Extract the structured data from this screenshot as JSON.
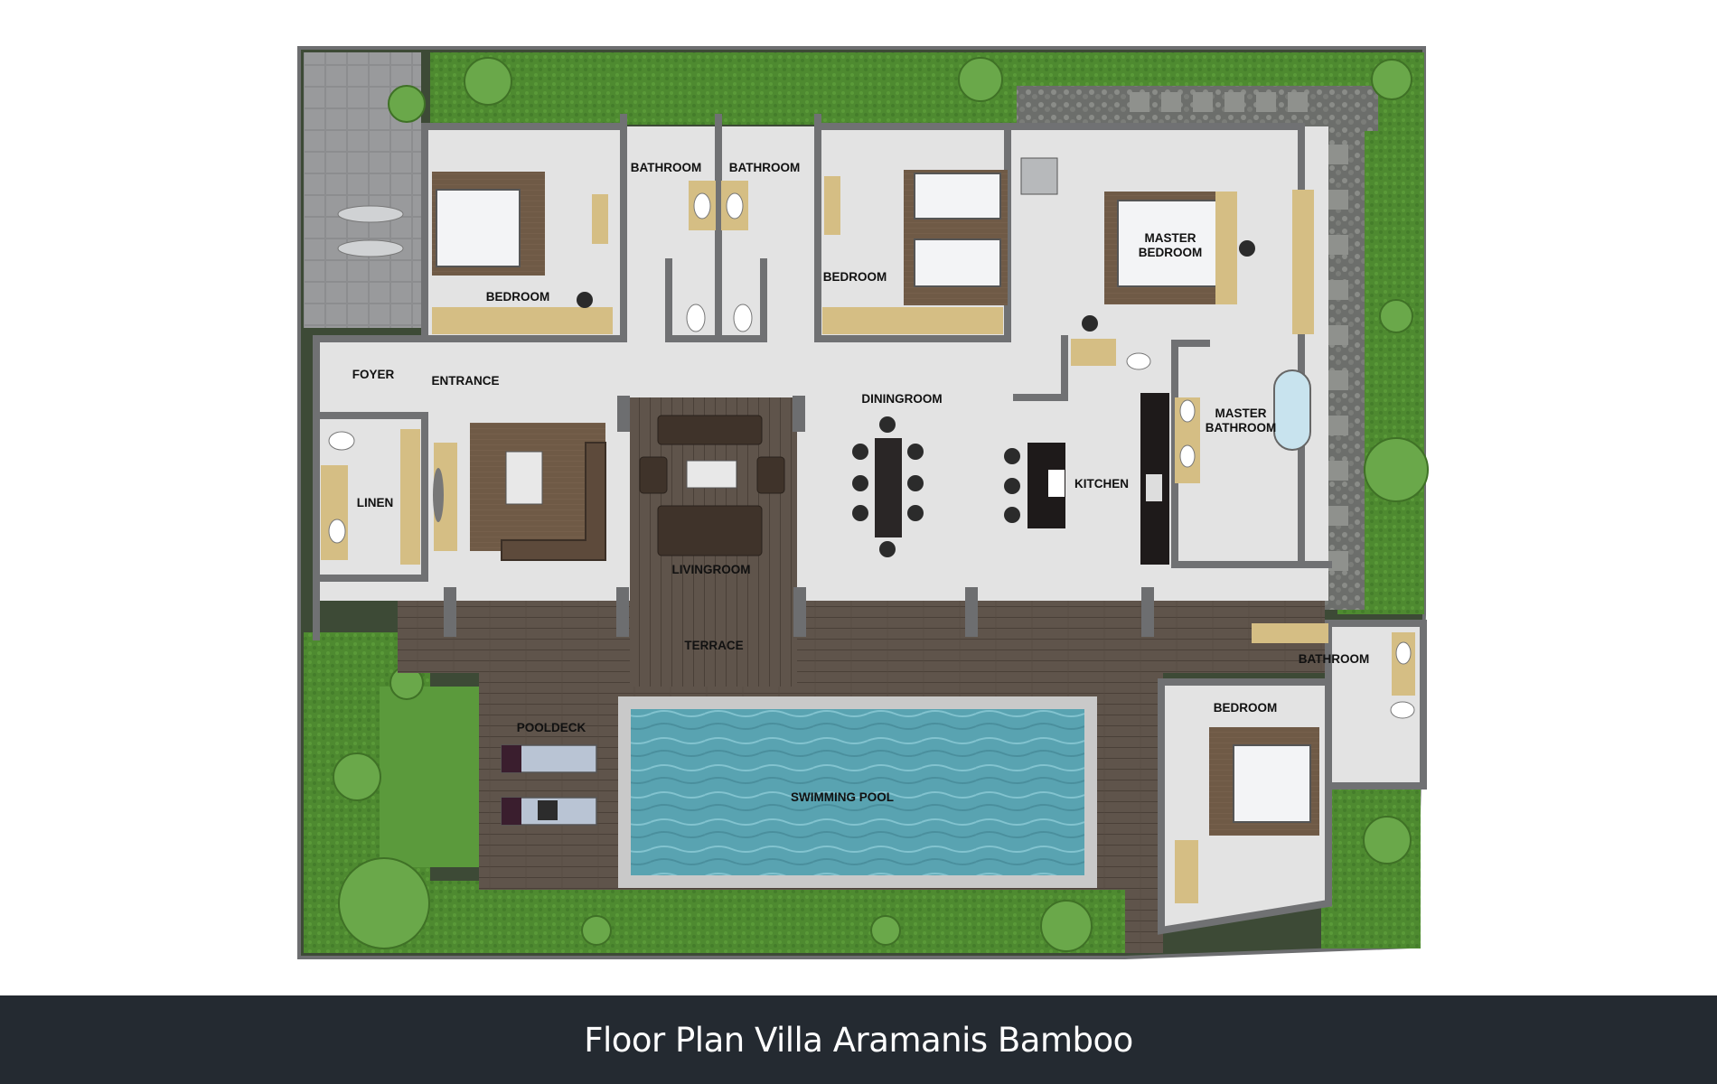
{
  "rooms": {
    "bedroom_1": "BEDROOM",
    "bathroom_1": "BATHROOM",
    "bathroom_2": "BATHROOM",
    "bedroom_2": "BEDROOM",
    "master_bedroom_line1": "MASTER",
    "master_bedroom_line2": "BEDROOM",
    "foyer": "FOYER",
    "entrance": "ENTRANCE",
    "diningroom": "DININGROOM",
    "master_bathroom_line1": "MASTER",
    "master_bathroom_line2": "BATHROOM",
    "linen": "LINEN",
    "kitchen": "KITCHEN",
    "livingroom": "LIVINGROOM",
    "terrace": "TERRACE",
    "bathroom_3": "BATHROOM",
    "poolDeck": "POOLDECK",
    "bedroom_3": "BEDROOM",
    "swimming_pool": "SWIMMING POOL"
  },
  "caption": "Floor Plan Villa Aramanis Bamboo",
  "colors": {
    "wall": "#6d6e70",
    "floor": "#e4e4e4",
    "deck": "#5c5148",
    "garden": "#4f8a34",
    "pool": "#5aa6b4",
    "caption_bar": "#242a31"
  }
}
